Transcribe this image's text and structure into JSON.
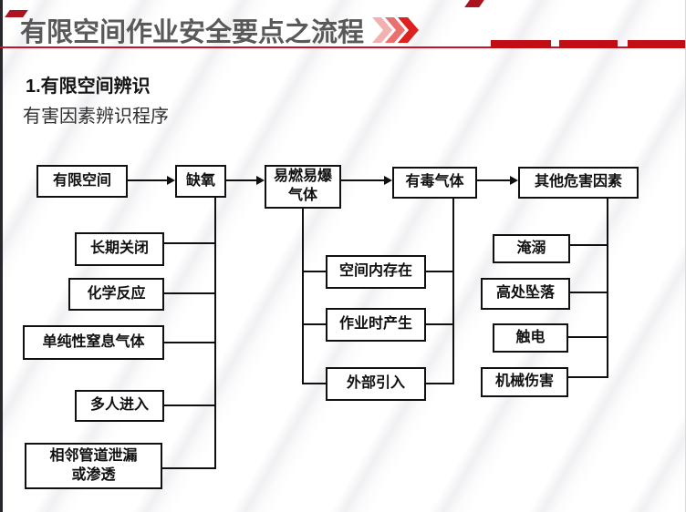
{
  "slide": {
    "header": {
      "title": "有限空间作业安全要点之流程",
      "icon": "triple-chevron-right-icon",
      "accent_color": "#c00d16",
      "rule_color": "#c41426",
      "title_color": "#595959"
    },
    "section": {
      "heading": "1.有限空间辨识",
      "subheading": "有害因素辨识程序"
    },
    "flowchart": {
      "top_row": [
        "有限空间",
        "缺氧",
        "易燃易爆\n气体",
        "有毒气体",
        "其他危害因素"
      ],
      "oxygen_causes": [
        "长期关闭",
        "化学反应",
        "单纯性窒息气体",
        "多人进入",
        "相邻管道泄漏\n或渗透"
      ],
      "gas_sources": [
        "空间内存在",
        "作业时产生",
        "外部引入"
      ],
      "other_hazards": [
        "淹溺",
        "高处坠落",
        "触电",
        "机械伤害"
      ]
    }
  }
}
